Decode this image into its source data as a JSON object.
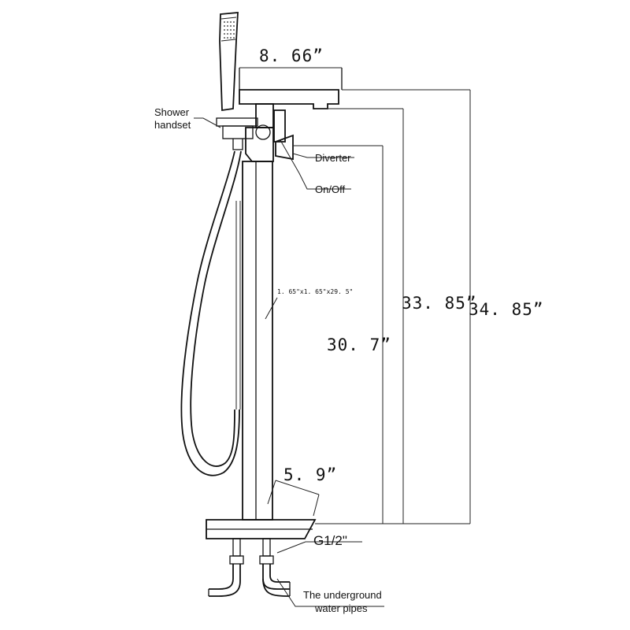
{
  "dimensions": {
    "spout_width": "8. 66”",
    "spout_height": "33. 85”",
    "total_height": "34. 85”",
    "body_height": "30. 7”",
    "base_size": "5. 9”",
    "column_size": "1. 65\"x1. 65\"x29. 5\""
  },
  "labels": {
    "shower_handset_line1": "Shower",
    "shower_handset_line2": "handset",
    "diverter": "Diverter",
    "on_off": "On/Off",
    "thread": "G1/2\"",
    "pipes_line1": "The underground",
    "pipes_line2": "water pipes"
  }
}
